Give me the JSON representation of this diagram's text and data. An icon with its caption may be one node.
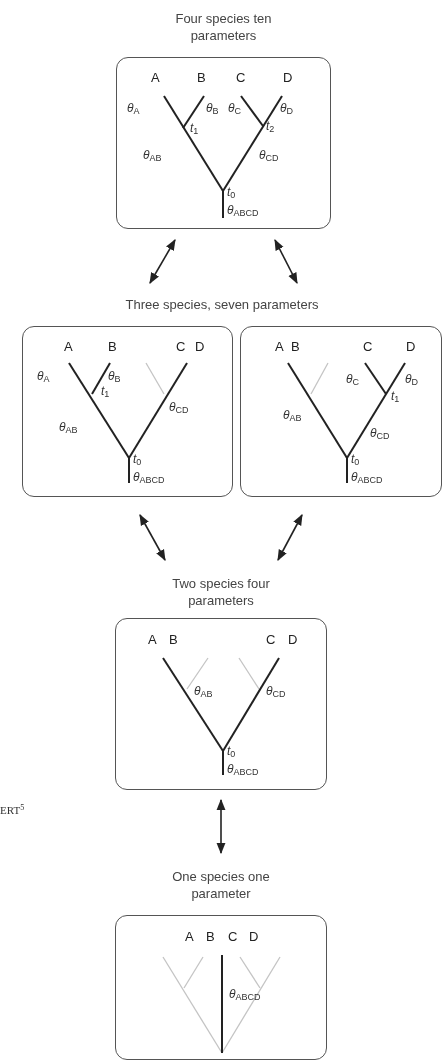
{
  "diagram": {
    "nodes": [
      {
        "text": [
          "Four species ten parameters",
          "A",
          "B",
          "C",
          "D",
          "*θ*$_{A}$",
          "*θ*$_{B}$",
          "*t*$_{1}$",
          "*θ*$_{C}$",
          "*θ*$_{D}$",
          "*t*$_{2}$",
          "*θ*$_{AB}$",
          "*θ*$_{CD}$",
          "*t*$_{0}$",
          "*θ*$_{ABCD}$"
        ]
      },
      {
        "text": [
          "A",
          "B",
          "C",
          "D",
          "*θ*$_{A}$",
          "*θ*$_{B}$",
          "*t*$_{1}$",
          "*θ*$_{CD}$",
          "*θ*$_{AB}$",
          "*t*$_{0}$",
          "*θ*$_{ABCD}$"
        ]
      },
      {
        "text": [
          "A",
          "B",
          "C",
          "D",
          "*θ*$_{C}$",
          "*θ*$_{D}$",
          "*θ*$_{AB}$",
          "*t*$_{1}$",
          "*θ*$_{CD}$",
          "*t*$_{0}$",
          "*θ*$_{ABCD}$"
        ]
      },
      {
        "text": [
          "Two species four parameters",
          "A",
          "B",
          "C",
          "D",
          "*θ*$_{AB}$",
          "*θ*$_{CD}$",
          "*t*$_{0}$",
          "*θ*$_{ABCD}$"
        ]
      },
      {
        "text": [
          "One species one parameter",
          "A",
          "B",
          "C",
          "D",
          "*θ*$_{ABCD}$"
        ]
      }
    ],
    "edges": [
      {
        "from": 0,
        "to": 1,
        "arrow": "both"
      },
      {
        "from": 0,
        "to": 2,
        "arrow": "both"
      },
      {
        "from": 1,
        "to": 3,
        "arrow": "both"
      },
      {
        "from": 2,
        "to": 3,
        "arrow": "both"
      },
      {
        "from": 3,
        "to": 4,
        "arrow": "both"
      }
    ],
    "labels": [
      "Three species, seven parameters",
      "ERT$^{5}$"
    ]
  }
}
